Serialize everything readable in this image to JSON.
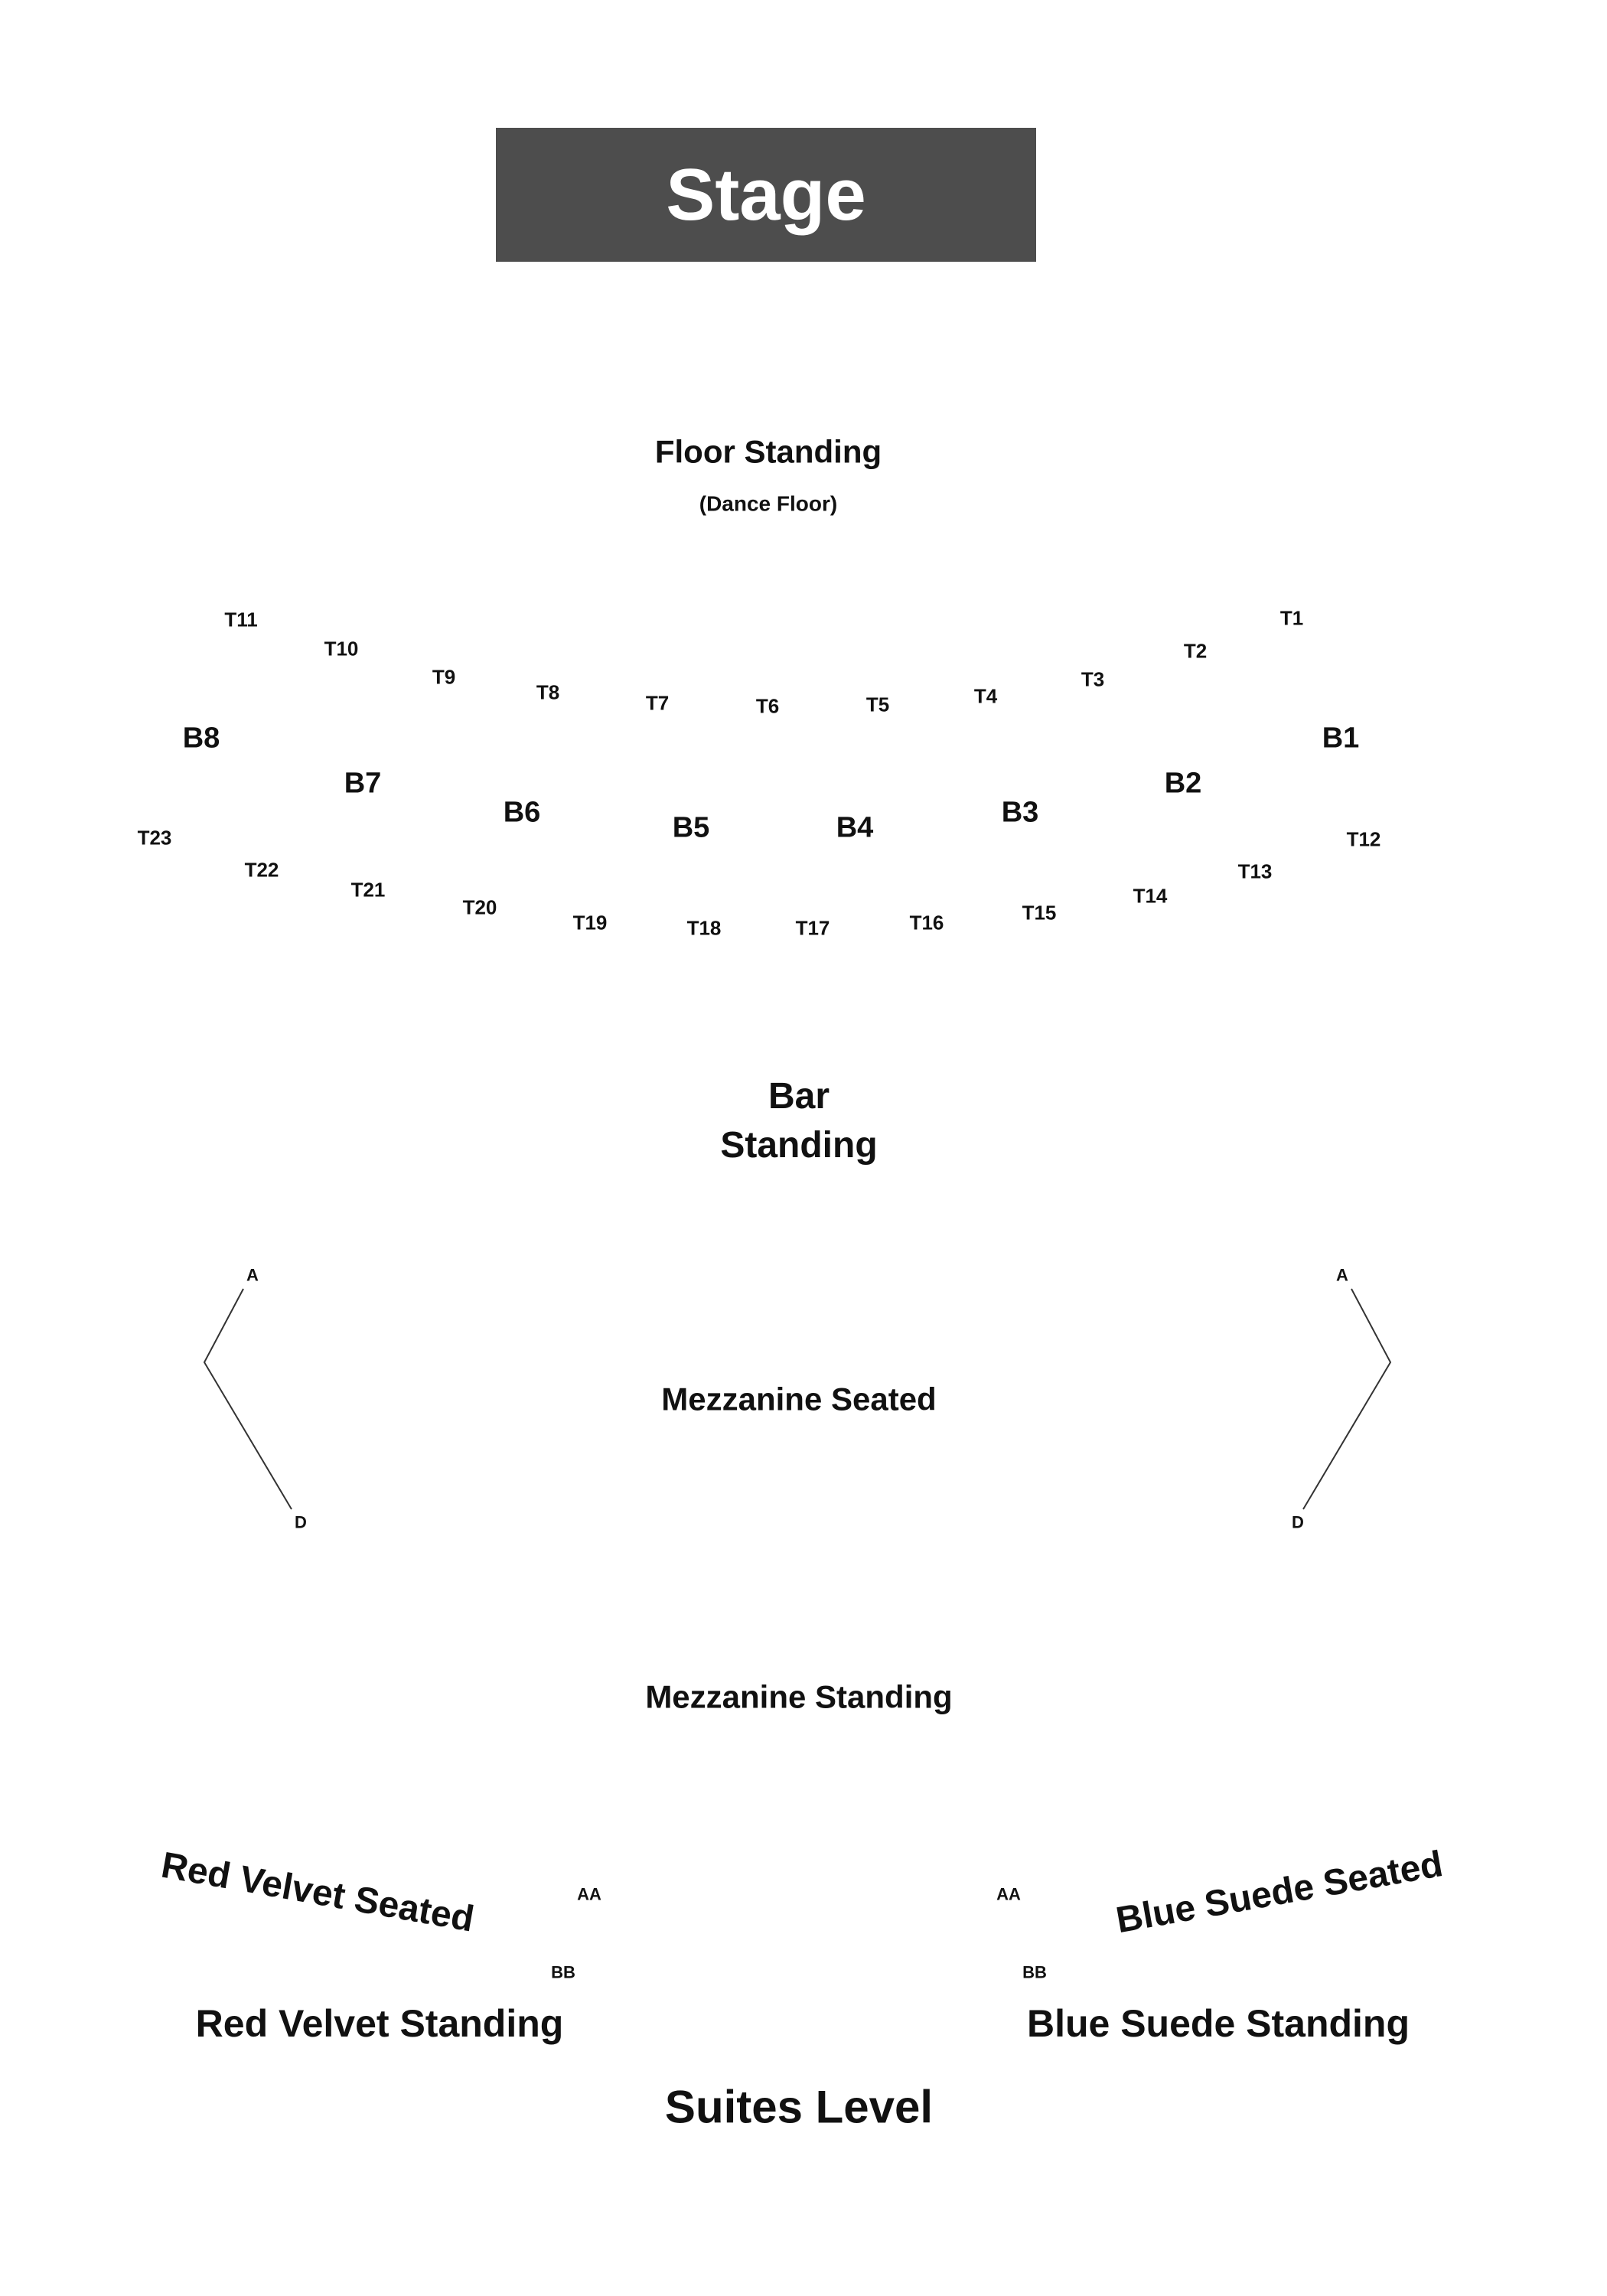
{
  "stage": {
    "label": "Stage",
    "fill": "#4d4d4d",
    "text_color": "#ffffff"
  },
  "floor": {
    "title": "Floor Standing",
    "subtitle": "(Dance Floor)"
  },
  "bar": {
    "line1": "Bar",
    "line2": "Standing"
  },
  "sections": {
    "B1": "B1",
    "B2": "B2",
    "B3": "B3",
    "B4": "B4",
    "B5": "B5",
    "B6": "B6",
    "B7": "B7",
    "B8": "B8"
  },
  "tables": {
    "T1": "T1",
    "T2": "T2",
    "T3": "T3",
    "T4": "T4",
    "T5": "T5",
    "T6": "T6",
    "T7": "T7",
    "T8": "T8",
    "T9": "T9",
    "T10": "T10",
    "T11": "T11",
    "T12": "T12",
    "T13": "T13",
    "T14": "T14",
    "T15": "T15",
    "T16": "T16",
    "T17": "T17",
    "T18": "T18",
    "T19": "T19",
    "T20": "T20",
    "T21": "T21",
    "T22": "T22",
    "T23": "T23"
  },
  "mezzanine": {
    "seated": "Mezzanine Seated",
    "standing": "Mezzanine Standing",
    "left_row_start": "A",
    "left_row_end": "D",
    "right_row_start": "A",
    "right_row_end": "D"
  },
  "red_velvet": {
    "seated": "Red Velvet Seated",
    "standing": "Red Velvet Standing",
    "row_aa": "AA",
    "row_bb": "BB"
  },
  "blue_suede": {
    "seated": "Blue Suede Seated",
    "standing": "Blue Suede Standing",
    "row_aa": "AA",
    "row_bb": "BB"
  },
  "suites": {
    "label": "Suites Level"
  },
  "line_color": "#333333"
}
